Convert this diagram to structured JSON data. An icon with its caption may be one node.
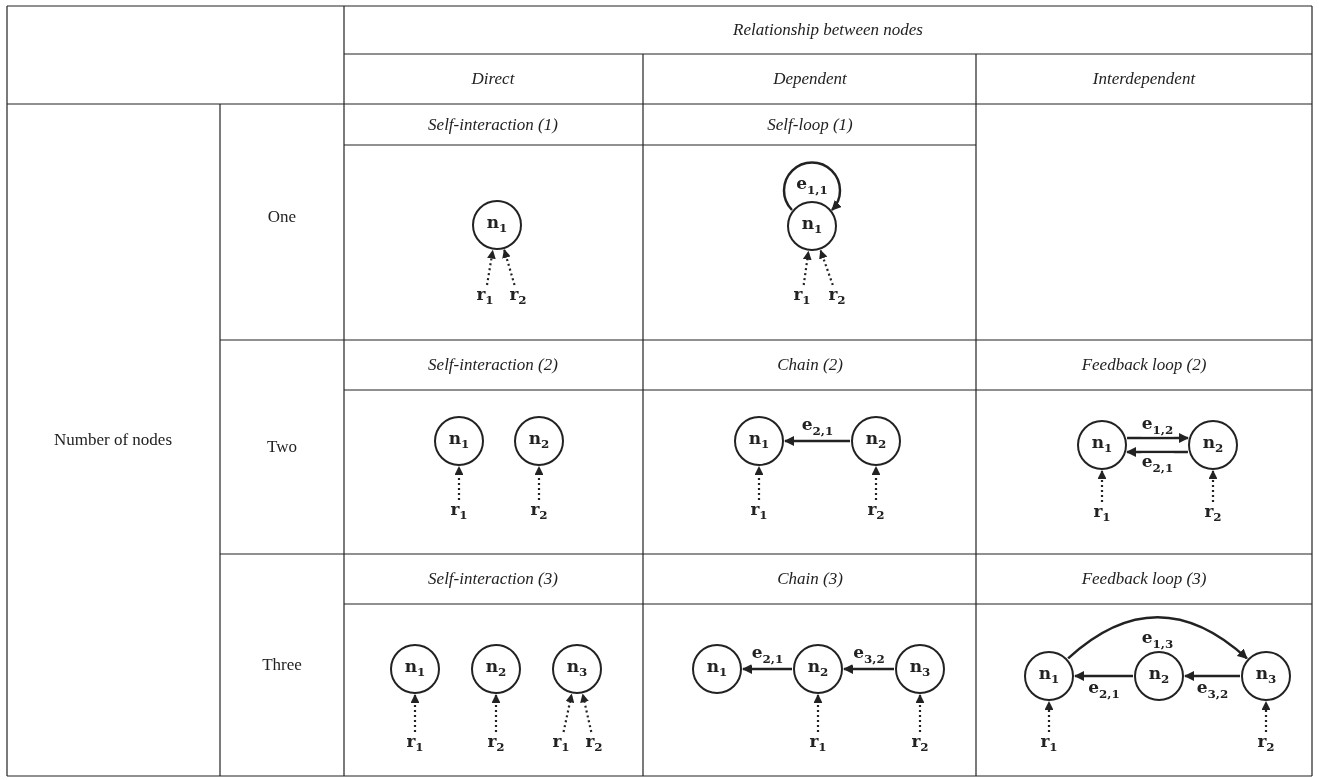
{
  "diagram": {
    "nodes": [
      {
        "text": [
          "n$_{1}$"
        ]
      },
      {
        "text": [
          "r$_{1}$"
        ]
      },
      {
        "text": [
          "r$_{2}$"
        ]
      },
      {
        "text": [
          "n$_{1}$"
        ]
      },
      {
        "text": [
          "r$_{1}$"
        ]
      },
      {
        "text": [
          "r$_{2}$"
        ]
      },
      {
        "text": [
          "n$_{1}$"
        ]
      },
      {
        "text": [
          "n$_{2}$"
        ]
      },
      {
        "text": [
          "r$_{1}$"
        ]
      },
      {
        "text": [
          "r$_{2}$"
        ]
      },
      {
        "text": [
          "n$_{1}$"
        ]
      },
      {
        "text": [
          "n$_{2}$"
        ]
      },
      {
        "text": [
          "r$_{1}$"
        ]
      },
      {
        "text": [
          "r$_{2}$"
        ]
      },
      {
        "text": [
          "n$_{1}$"
        ]
      },
      {
        "text": [
          "n$_{2}$"
        ]
      },
      {
        "text": [
          "r$_{1}$"
        ]
      },
      {
        "text": [
          "r$_{2}$"
        ]
      },
      {
        "text": [
          "n$_{1}$"
        ]
      },
      {
        "text": [
          "n$_{2}$"
        ]
      },
      {
        "text": [
          "n$_{3}$"
        ]
      },
      {
        "text": [
          "r$_{1}$"
        ]
      },
      {
        "text": [
          "r$_{2}$"
        ]
      },
      {
        "text": [
          "r$_{1}$"
        ]
      },
      {
        "text": [
          "r$_{2}$"
        ]
      },
      {
        "text": [
          "n$_{1}$"
        ]
      },
      {
        "text": [
          "n$_{2}$"
        ]
      },
      {
        "text": [
          "n$_{3}$"
        ]
      },
      {
        "text": [
          "r$_{1}$"
        ]
      },
      {
        "text": [
          "r$_{2}$"
        ]
      },
      {
        "text": [
          "n$_{1}$"
        ]
      },
      {
        "text": [
          "n$_{2}$"
        ]
      },
      {
        "text": [
          "n$_{3}$"
        ]
      },
      {
        "text": [
          "r$_{1}$"
        ]
      },
      {
        "text": [
          "r$_{2}$"
        ]
      }
    ],
    "edges": [
      {
        "from": 1,
        "to": 0,
        "arrow": "to",
        "style": "dashed"
      },
      {
        "from": 2,
        "to": 0,
        "arrow": "to",
        "style": "dashed"
      },
      {
        "from": 3,
        "to": 3,
        "arrow": "to",
        "label": "e$_{1,1}$"
      },
      {
        "from": 4,
        "to": 3,
        "arrow": "to",
        "style": "dashed"
      },
      {
        "from": 5,
        "to": 3,
        "arrow": "to",
        "style": "dashed"
      },
      {
        "from": 8,
        "to": 6,
        "arrow": "to",
        "style": "dashed"
      },
      {
        "from": 9,
        "to": 7,
        "arrow": "to",
        "style": "dashed"
      },
      {
        "from": 11,
        "to": 10,
        "arrow": "to",
        "label": "e$_{2,1}$"
      },
      {
        "from": 12,
        "to": 10,
        "arrow": "to",
        "style": "dashed"
      },
      {
        "from": 13,
        "to": 11,
        "arrow": "to",
        "style": "dashed"
      },
      {
        "from": 14,
        "to": 15,
        "arrow": "to",
        "label": "e$_{1,2}$"
      },
      {
        "from": 15,
        "to": 14,
        "arrow": "to",
        "label": "e$_{2,1}$"
      },
      {
        "from": 16,
        "to": 14,
        "arrow": "to",
        "style": "dashed"
      },
      {
        "from": 17,
        "to": 15,
        "arrow": "to",
        "style": "dashed"
      },
      {
        "from": 21,
        "to": 18,
        "arrow": "to",
        "style": "dashed"
      },
      {
        "from": 22,
        "to": 19,
        "arrow": "to",
        "style": "dashed"
      },
      {
        "from": 23,
        "to": 20,
        "arrow": "to",
        "style": "dashed"
      },
      {
        "from": 24,
        "to": 20,
        "arrow": "to",
        "style": "dashed"
      },
      {
        "from": 26,
        "to": 25,
        "arrow": "to",
        "label": "e$_{2,1}$"
      },
      {
        "from": 27,
        "to": 26,
        "arrow": "to",
        "label": "e$_{3,2}$"
      },
      {
        "from": 28,
        "to": 26,
        "arrow": "to",
        "style": "dashed"
      },
      {
        "from": 29,
        "to": 27,
        "arrow": "to",
        "style": "dashed"
      },
      {
        "from": 30,
        "to": 32,
        "arrow": "to",
        "label": "e$_{1,3}$"
      },
      {
        "from": 31,
        "to": 30,
        "arrow": "to",
        "label": "e$_{2,1}$"
      },
      {
        "from": 32,
        "to": 31,
        "arrow": "to",
        "label": "e$_{3,2}$"
      },
      {
        "from": 33,
        "to": 30,
        "arrow": "to",
        "style": "dashed"
      },
      {
        "from": 34,
        "to": 32,
        "arrow": "to",
        "style": "dashed"
      }
    ],
    "labels": [
      "Relationship between nodes",
      "Direct",
      "Dependent",
      "Interdependent",
      "Number of nodes",
      "One",
      "Self-interaction (1)",
      "Self-loop (1)",
      "Two",
      "Self-interaction (2)",
      "Chain (2)",
      "Feedback loop (2)",
      "Three",
      "Self-interaction (3)",
      "Chain (3)",
      "Feedback loop (3)"
    ]
  }
}
